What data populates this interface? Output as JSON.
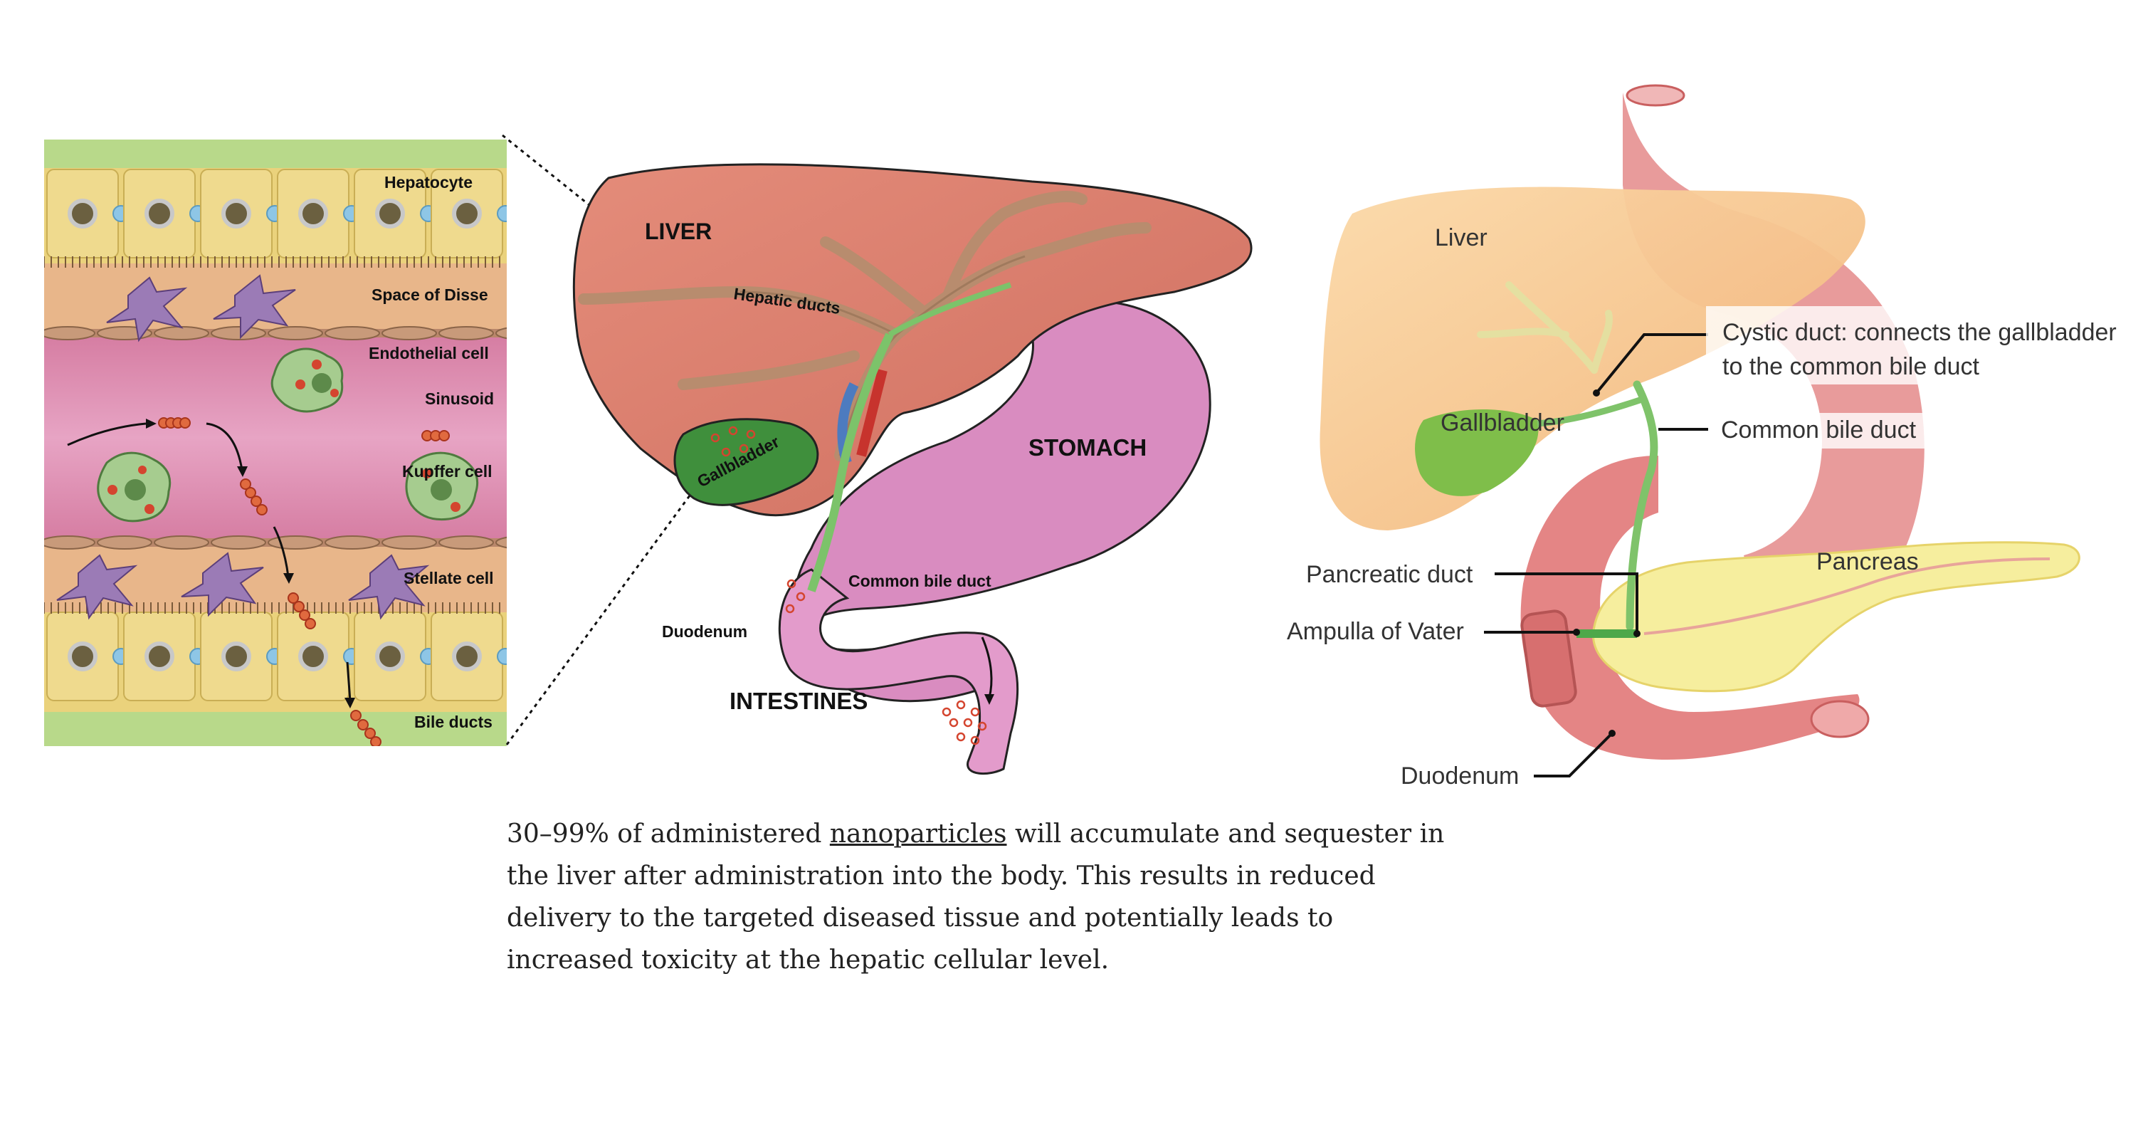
{
  "left_panel": {
    "labels": {
      "hepatocyte": "Hepatocyte",
      "space_of_disse": "Space of Disse",
      "endothelial_cell": "Endothelial cell",
      "sinusoid": "Sinusoid",
      "kupffer_cell": "Kupffer cell",
      "stellate_cell": "Stellate cell",
      "bile_ducts": "Bile ducts"
    }
  },
  "middle_panel": {
    "labels": {
      "liver": "LIVER",
      "hepatic_ducts": "Hepatic ducts",
      "gallbladder": "Gallbladder",
      "stomach": "STOMACH",
      "common_bile_duct": "Common bile duct",
      "duodenum": "Duodenum",
      "intestines": "INTESTINES"
    }
  },
  "right_panel": {
    "labels": {
      "liver": "Liver",
      "cystic_duct_line1": "Cystic duct: connects the gallbladder",
      "cystic_duct_line2": "to the common bile duct",
      "gallbladder": "Gallbladder",
      "common_bile_duct": "Common bile duct",
      "pancreatic_duct": "Pancreatic duct",
      "pancreas": "Pancreas",
      "ampulla_of_vater": "Ampulla of Vater",
      "duodenum": "Duodenum"
    }
  },
  "caption": {
    "before_link": "30–99% of administered ",
    "link": "nanoparticles",
    "after_link": " will accumulate and sequester in the liver after administration into the body. This results in reduced delivery to the targeted diseased tissue and potentially leads to increased toxicity at the hepatic cellular level."
  },
  "colors": {
    "hepatocyte": "#ead27c",
    "sinusoid": "#d88ba6",
    "liver_dark": "#d7786a",
    "liver_light": "#f5c08a",
    "bile_green": "#5fb24e",
    "stomach": "#d98cc0",
    "gut_red": "#e48585",
    "pancreas": "#f6ee9e"
  }
}
